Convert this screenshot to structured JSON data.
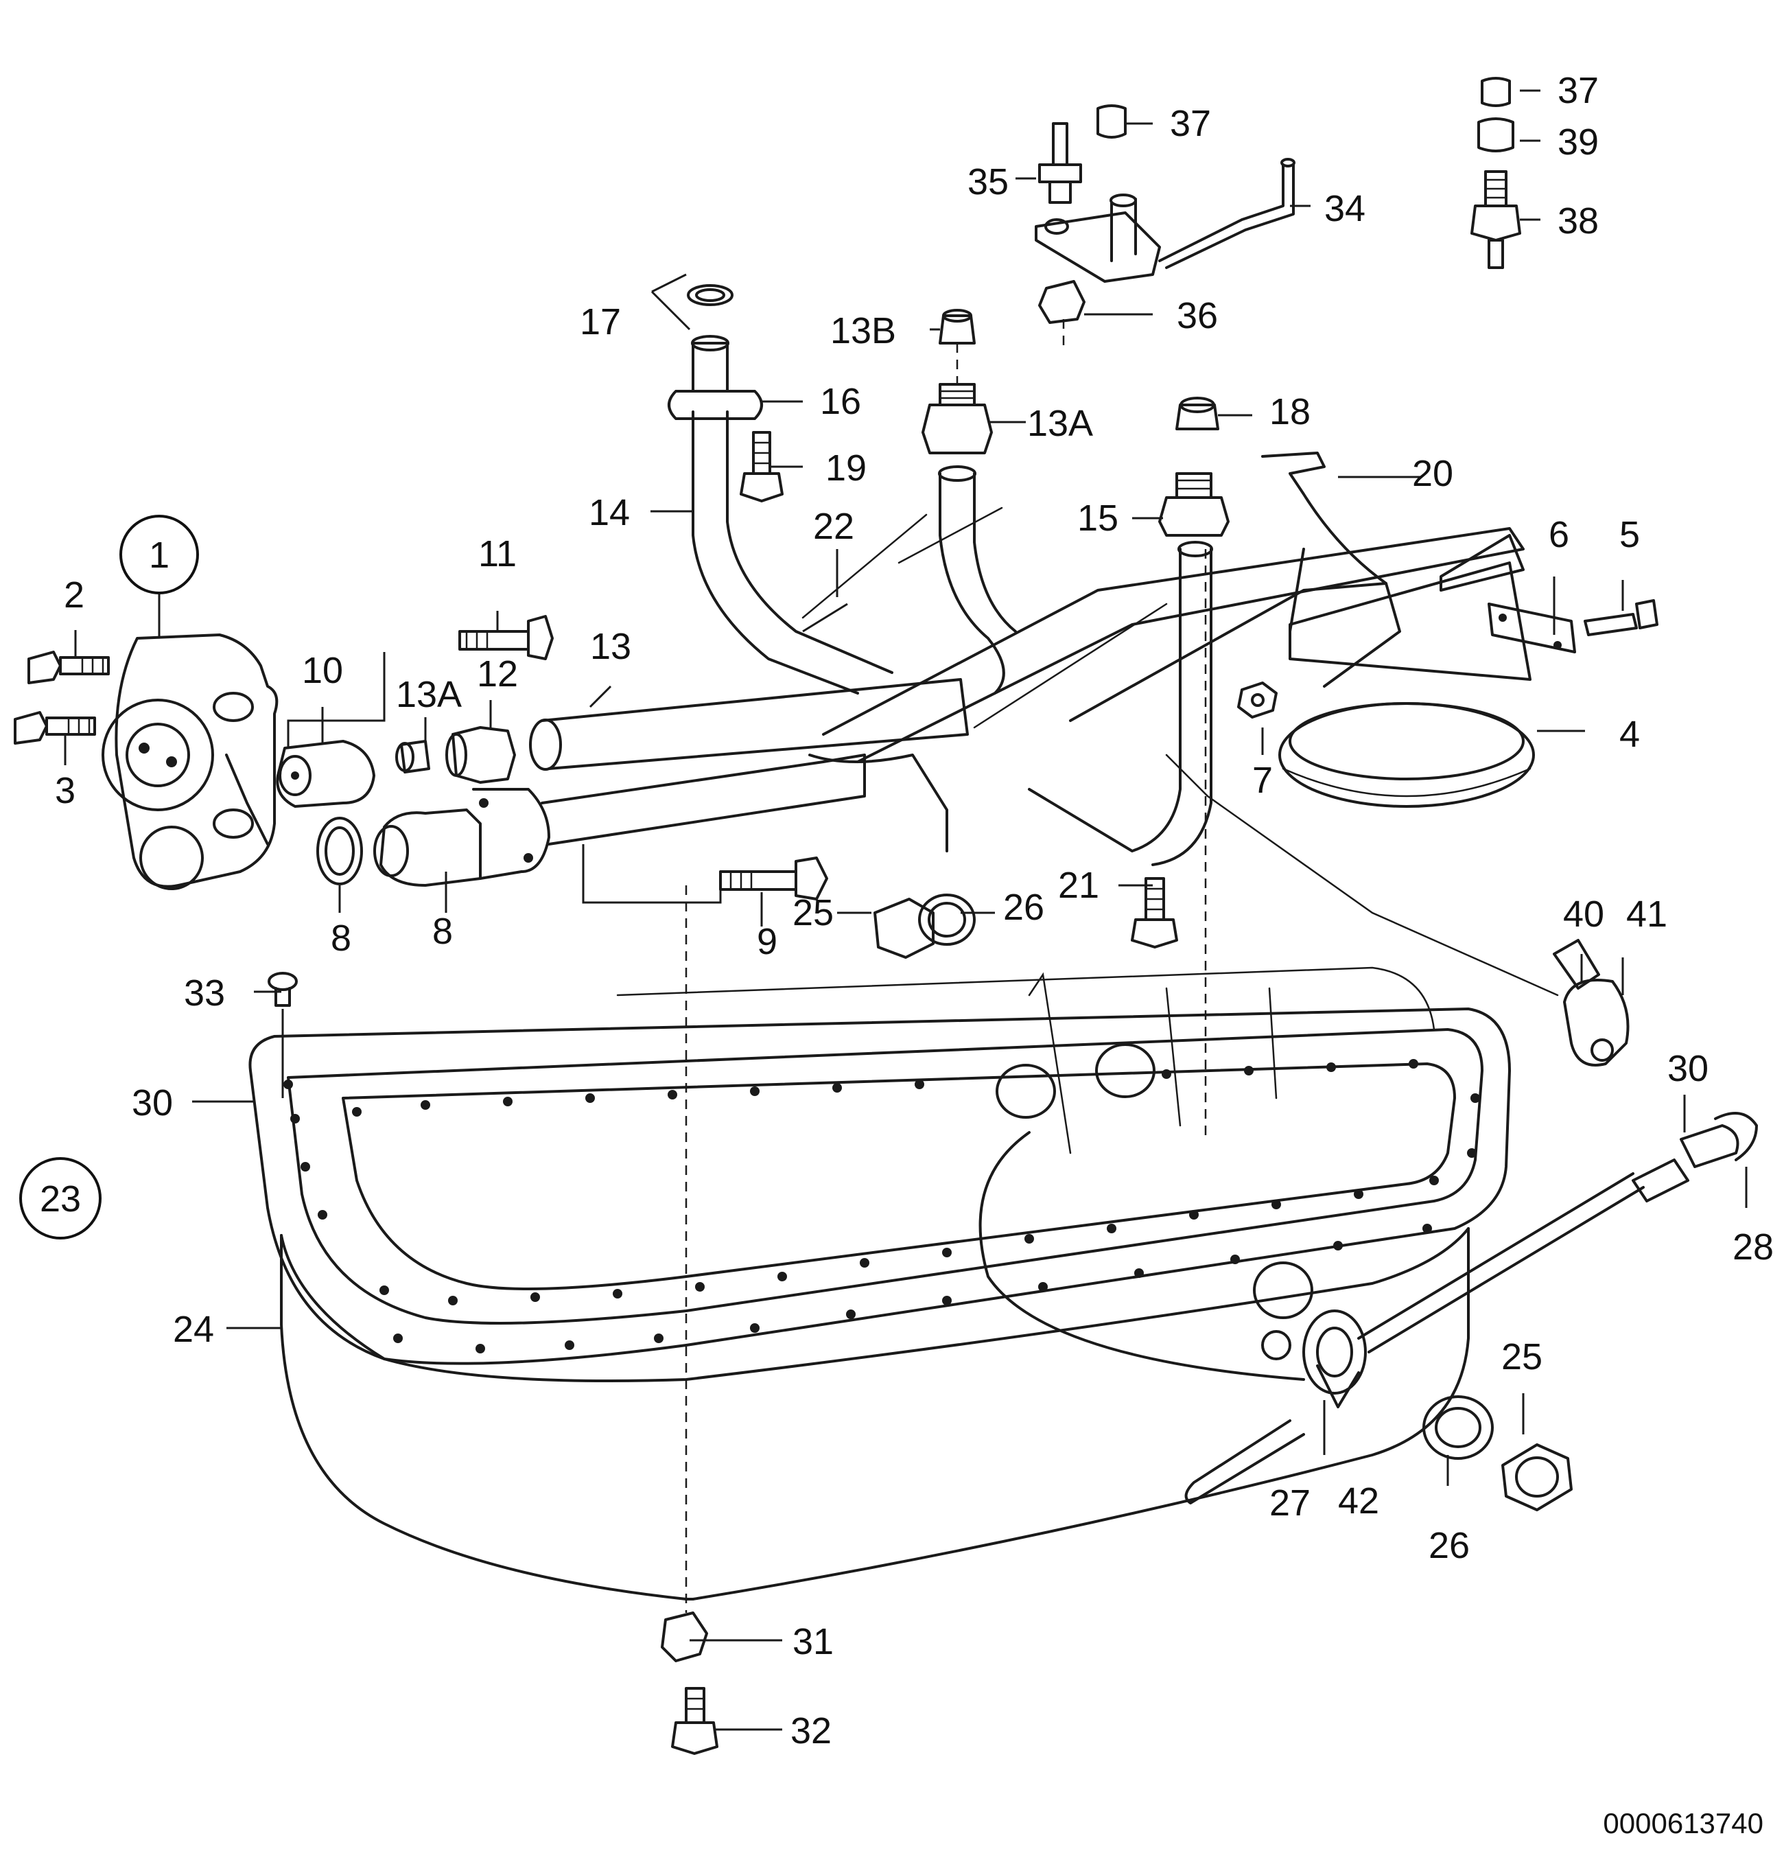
{
  "diagram": {
    "callouts": {
      "c1": "1",
      "c2": "2",
      "c3": "3",
      "c4": "4",
      "c5": "5",
      "c6": "6",
      "c7": "7",
      "c8a": "8",
      "c8b": "8",
      "c9": "9",
      "c10": "10",
      "c11": "11",
      "c12": "12",
      "c13": "13",
      "c13a_left": "13A",
      "c13a_top": "13A",
      "c13b": "13B",
      "c14": "14",
      "c15": "15",
      "c16": "16",
      "c17": "17",
      "c18": "18",
      "c19": "19",
      "c20": "20",
      "c21": "21",
      "c22": "22",
      "c23": "23",
      "c24": "24",
      "c25a": "25",
      "c25b": "25",
      "c26a": "26",
      "c26b": "26",
      "c27": "27",
      "c28": "28",
      "c30a": "30",
      "c30b": "30",
      "c31": "31",
      "c32": "32",
      "c33": "33",
      "c34": "34",
      "c35": "35",
      "c36": "36",
      "c37a": "37",
      "c37b": "37",
      "c38": "38",
      "c39": "39",
      "c40": "40",
      "c41": "41",
      "c42": "42"
    },
    "reference_number": "0000613740"
  }
}
